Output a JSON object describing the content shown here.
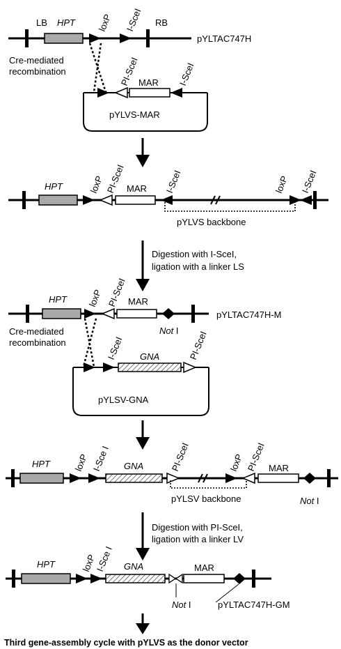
{
  "section1": {
    "lb": "LB",
    "hpt": "HPT",
    "loxp": "loxP",
    "isce": "I-SceI",
    "rb": "RB",
    "vector": "pYLTAC747H",
    "cre_line1": "Cre-mediated",
    "cre_line2": "recombination",
    "pisce": "PI-SceI",
    "mar": "MAR",
    "isce_right": "I-SceI",
    "plasmid": "pYLVS-MAR"
  },
  "section2": {
    "hpt": "HPT",
    "loxp": "loxP",
    "pisce": "PI-SceI",
    "mar": "MAR",
    "isce": "I-SceI",
    "loxp2": "loxP",
    "isce2": "I-SceI",
    "backbone": "pYLVS backbone"
  },
  "step1": {
    "line1": "Digestion with I-SceI,",
    "line2": "ligation with a linker LS"
  },
  "section3": {
    "hpt": "HPT",
    "loxp": "loxP",
    "pisce": "PI-SceI",
    "mar": "MAR",
    "vector": "pYLTAC747H-M",
    "not_italic": "Not",
    "not_roman": " I",
    "cre_line1": "Cre-mediated",
    "cre_line2": "recombination",
    "isce": "I-SceI",
    "gna": "GNA",
    "pisce2": "PI-SceI",
    "plasmid": "pYLSV-GNA"
  },
  "section4": {
    "hpt": "HPT",
    "loxp": "loxP",
    "isce": "I-Sce I",
    "gna": "GNA",
    "pisce": "PI-SceI",
    "loxp2": "loxP",
    "pisce2": "PI-SceI",
    "mar": "MAR",
    "backbone": "pYLSV backbone",
    "not_italic": "Not",
    "not_roman": " I"
  },
  "step2": {
    "line1": "Digestion with PI-SceI,",
    "line2": "ligation with a linker LV"
  },
  "section5": {
    "hpt": "HPT",
    "loxp": "loxP",
    "isce": "I-Sce I",
    "gna": "GNA",
    "mar": "MAR",
    "not_italic": "Not",
    "not_roman": " I",
    "vector": "pYLTAC747H-GM"
  },
  "footer": "Third gene-assembly cycle with pYLVS as the donor vector"
}
